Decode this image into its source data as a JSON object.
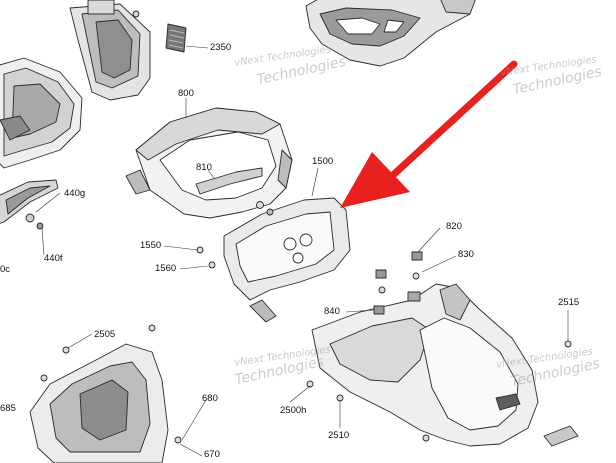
{
  "watermark": {
    "line1": "vNext Technologies",
    "line2": "Technologies"
  },
  "callouts": {
    "c2350": "2350",
    "c800": "800",
    "c810": "810",
    "c1500": "1500",
    "c1550": "1550",
    "c1560": "1560",
    "c440g": "440g",
    "c440f": "440f",
    "c0c": "0c",
    "c820": "820",
    "c830": "830",
    "c840": "840",
    "c2515": "2515",
    "c2505": "2505",
    "c685": "685",
    "c680": "680",
    "c2500h": "2500h",
    "c2510": "2510",
    "c670": "670"
  },
  "colors": {
    "arrow": "#e8201e",
    "line": "#2a2a2a",
    "fill_light": "#e9e9e9",
    "fill_mid": "#cfcfcf",
    "fill_dark": "#8a8a8a"
  }
}
